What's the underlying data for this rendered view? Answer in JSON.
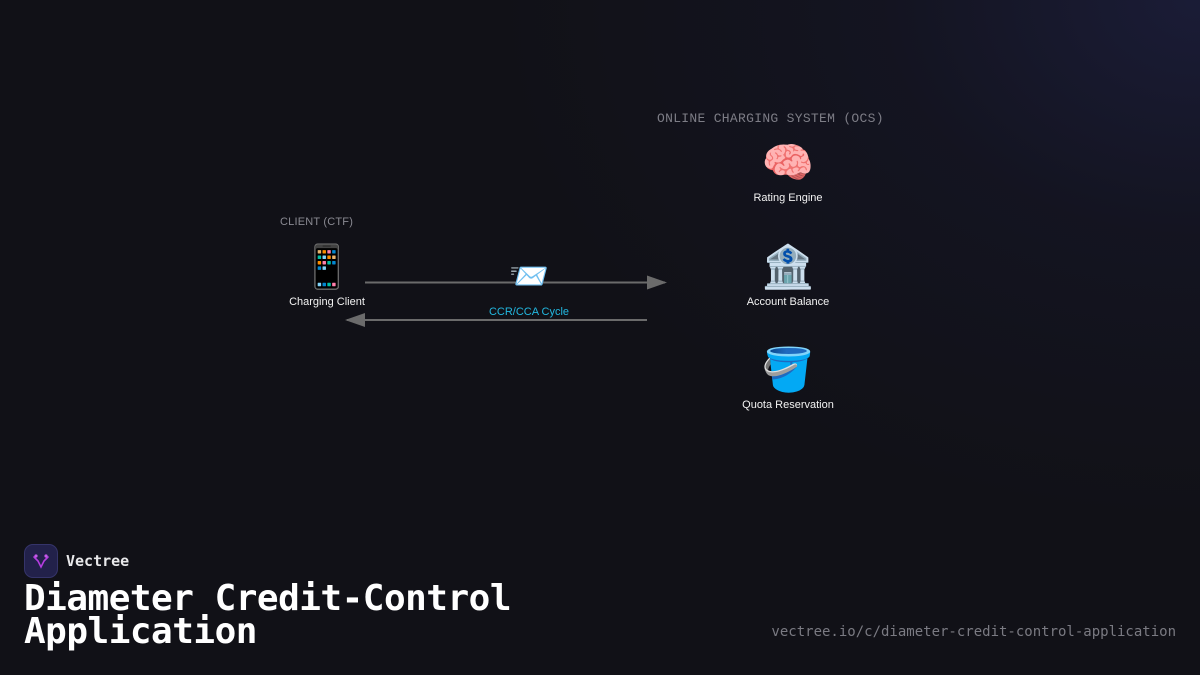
{
  "groups": {
    "client": {
      "label": "CLIENT (CTF)"
    },
    "ocs": {
      "label": "ONLINE CHARGING SYSTEM (OCS)"
    }
  },
  "nodes": {
    "charging_client": {
      "icon": "📱",
      "icon_name": "mobile-phone-icon",
      "label": "Charging Client"
    },
    "rating_engine": {
      "icon": "🧠",
      "icon_name": "brain-icon",
      "label": "Rating Engine"
    },
    "account_balance": {
      "icon": "🏦",
      "icon_name": "bank-icon",
      "label": "Account Balance"
    },
    "quota_reservation": {
      "icon": "🪣",
      "icon_name": "bucket-icon",
      "label": "Quota Reservation"
    }
  },
  "edges": {
    "ccr_cca": {
      "icon": "📨",
      "icon_name": "incoming-envelope-icon",
      "label": "CCR/CCA Cycle",
      "color": "#22b8e0"
    }
  },
  "colors": {
    "background": "#111117",
    "arrow": "#6b6b6b",
    "edge_label": "#22b8e0",
    "logo_bg": "#22214a",
    "logo_accent": "#b43ce0"
  },
  "brand": {
    "name": "Vectree"
  },
  "title": {
    "line1": "Diameter Credit-Control",
    "line2": "Application"
  },
  "footer": {
    "url": "vectree.io/c/diameter-credit-control-application"
  }
}
